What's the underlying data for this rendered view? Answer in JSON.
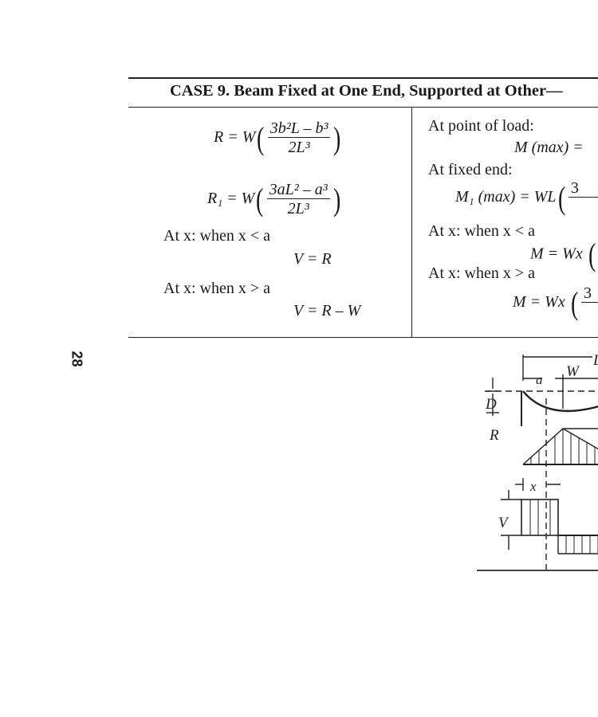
{
  "page_number": "28",
  "title": "CASE 9.  Beam Fixed at One End, Supported at Other—",
  "left": {
    "R": {
      "lhs": "R = W",
      "num": "3b²L – b³",
      "den": "2L³"
    },
    "R1": {
      "lhs": "R₁ = W",
      "num": "3aL² – a³",
      "den": "2L³"
    },
    "cond1": "At x: when x < a",
    "eq1": "V = R",
    "cond2": "At x: when x > a",
    "eq2": "V = R – W"
  },
  "right": {
    "label1": "At point of load:",
    "eq1": "M (max) = ",
    "label2": "At fixed end:",
    "eq2": "M₁ (max) = WL",
    "eq2_num": "3",
    "cond3": "At x: when x < a",
    "eq3": "M = Wx",
    "cond4": "At x: when x > a",
    "eq4": "M = Wx",
    "eq4_num": "3"
  },
  "diagram": {
    "labels": [
      "L",
      "W",
      "a",
      "D",
      "R",
      "x",
      "V"
    ]
  }
}
